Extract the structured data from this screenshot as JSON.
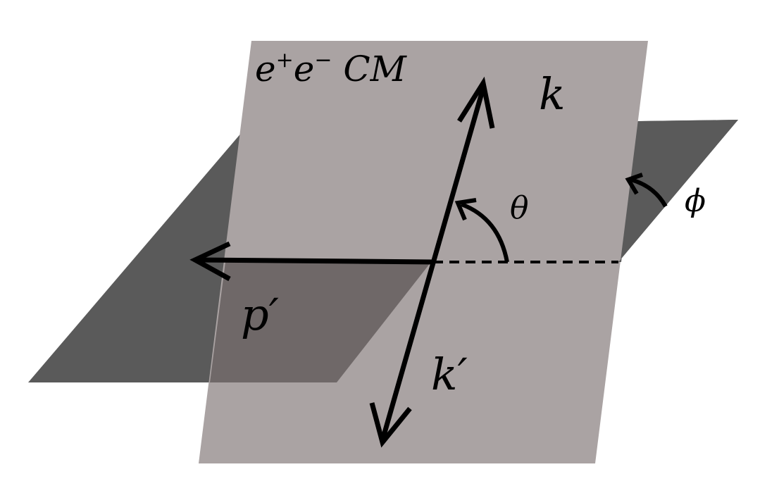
{
  "frame_label": {
    "base1": "e",
    "sup1": "+",
    "base2": "e",
    "sup2": "−",
    "rest": " CM"
  },
  "vectors": {
    "k": "k",
    "k_prime": "k′",
    "p_prime": "p′"
  },
  "angles": {
    "theta": "θ",
    "phi": "ϕ"
  },
  "colors": {
    "horizontal_plane": "#5a5a5a",
    "vertical_plane": "#aaa3a3",
    "overlap_region": "#6f6868",
    "arrows": "#000000",
    "background": "#ffffff"
  }
}
